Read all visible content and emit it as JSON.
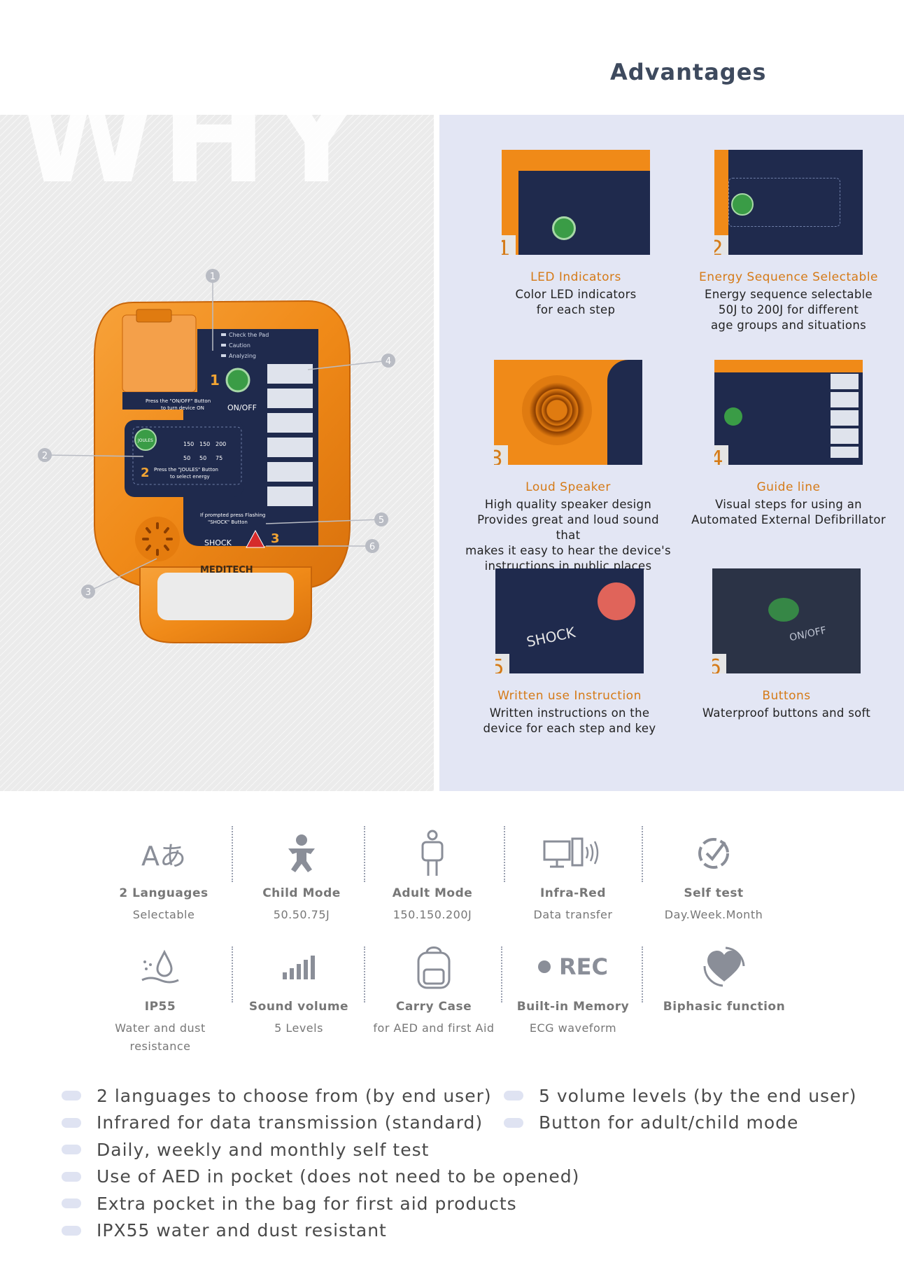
{
  "heading": {
    "title": "Advantages",
    "watermark": "WHY"
  },
  "device": {
    "brand": "MEDITECH",
    "steps": [
      "Check the Pad",
      "Caution",
      "Analyzing"
    ],
    "onoff_hint": "Press the \"ON/OFF\" Button\nto turn device ON",
    "onoff_label": "ON/OFF",
    "joules_label": "JOULES",
    "energy_rows": [
      [
        "150",
        "150",
        "200"
      ],
      [
        "50",
        "50",
        "75"
      ]
    ],
    "joules_hint": "Press the \"JOULES\" Button\nto select energy",
    "shock_hint": "If prompted press Flashing\n\"SHOCK\" Button",
    "shock_label": "SHOCK",
    "callouts": [
      "1",
      "2",
      "3",
      "4",
      "5",
      "6"
    ]
  },
  "advantages": [
    {
      "num": "1",
      "title": "LED Indicators",
      "desc": "Color LED indicators\n for each step"
    },
    {
      "num": "2",
      "title": "Energy Sequence Selectable",
      "desc": "Energy sequence selectable\n50J to 200J for different\nage groups and situations"
    },
    {
      "num": "3",
      "title": "Loud Speaker",
      "desc": "High quality speaker design\nProvides great and loud sound that\nmakes it easy to hear the device's\ninstructions in public places"
    },
    {
      "num": "4",
      "title": "Guide line",
      "desc": "Visual steps for using an\nAutomated External Defibrillator"
    },
    {
      "num": "5",
      "title": "Written use Instruction",
      "desc": "Written instructions on the\ndevice for each step and key"
    },
    {
      "num": "6",
      "title": "Buttons",
      "desc": "Waterproof buttons and soft"
    }
  ],
  "features": [
    {
      "icon": "language-icon",
      "title": "2 Languages",
      "sub": "Selectable"
    },
    {
      "icon": "child-icon",
      "title": "Child Mode",
      "sub": "50.50.75J"
    },
    {
      "icon": "adult-icon",
      "title": "Adult Mode",
      "sub": "150.150.200J"
    },
    {
      "icon": "infrared-icon",
      "title": "Infra-Red",
      "sub": "Data transfer"
    },
    {
      "icon": "self-test-icon",
      "title": "Self test",
      "sub": "Day.Week.Month"
    },
    {
      "icon": "water-drop-icon",
      "title": "IP55",
      "sub": "Water and dust\nresistance"
    },
    {
      "icon": "volume-bars-icon",
      "title": "Sound volume",
      "sub": "5 Levels"
    },
    {
      "icon": "backpack-icon",
      "title": "Carry Case",
      "sub": "for AED and first Aid"
    },
    {
      "icon": "rec-icon",
      "title": "Built-in Memory",
      "sub": "ECG waveform"
    },
    {
      "icon": "biphasic-heart-icon",
      "title": "Biphasic function",
      "sub": ""
    }
  ],
  "rec_text": "REC",
  "bullets_left": [
    "2 languages to choose from (by end user)",
    "Infrared for data transmission (standard)",
    "Daily, weekly and monthly self test",
    "Use of AED in pocket (does not need to be opened)",
    "Extra pocket in the bag for first aid products",
    "IPX55 water and dust resistant"
  ],
  "bullets_right": [
    "5 volume levels (by the end user)",
    "Button for adult/child mode"
  ],
  "colors": {
    "orange": "#f08a18",
    "navy": "#1f2a4d",
    "accent_text": "#d57a17",
    "panel_blue": "#e3e6f4"
  }
}
